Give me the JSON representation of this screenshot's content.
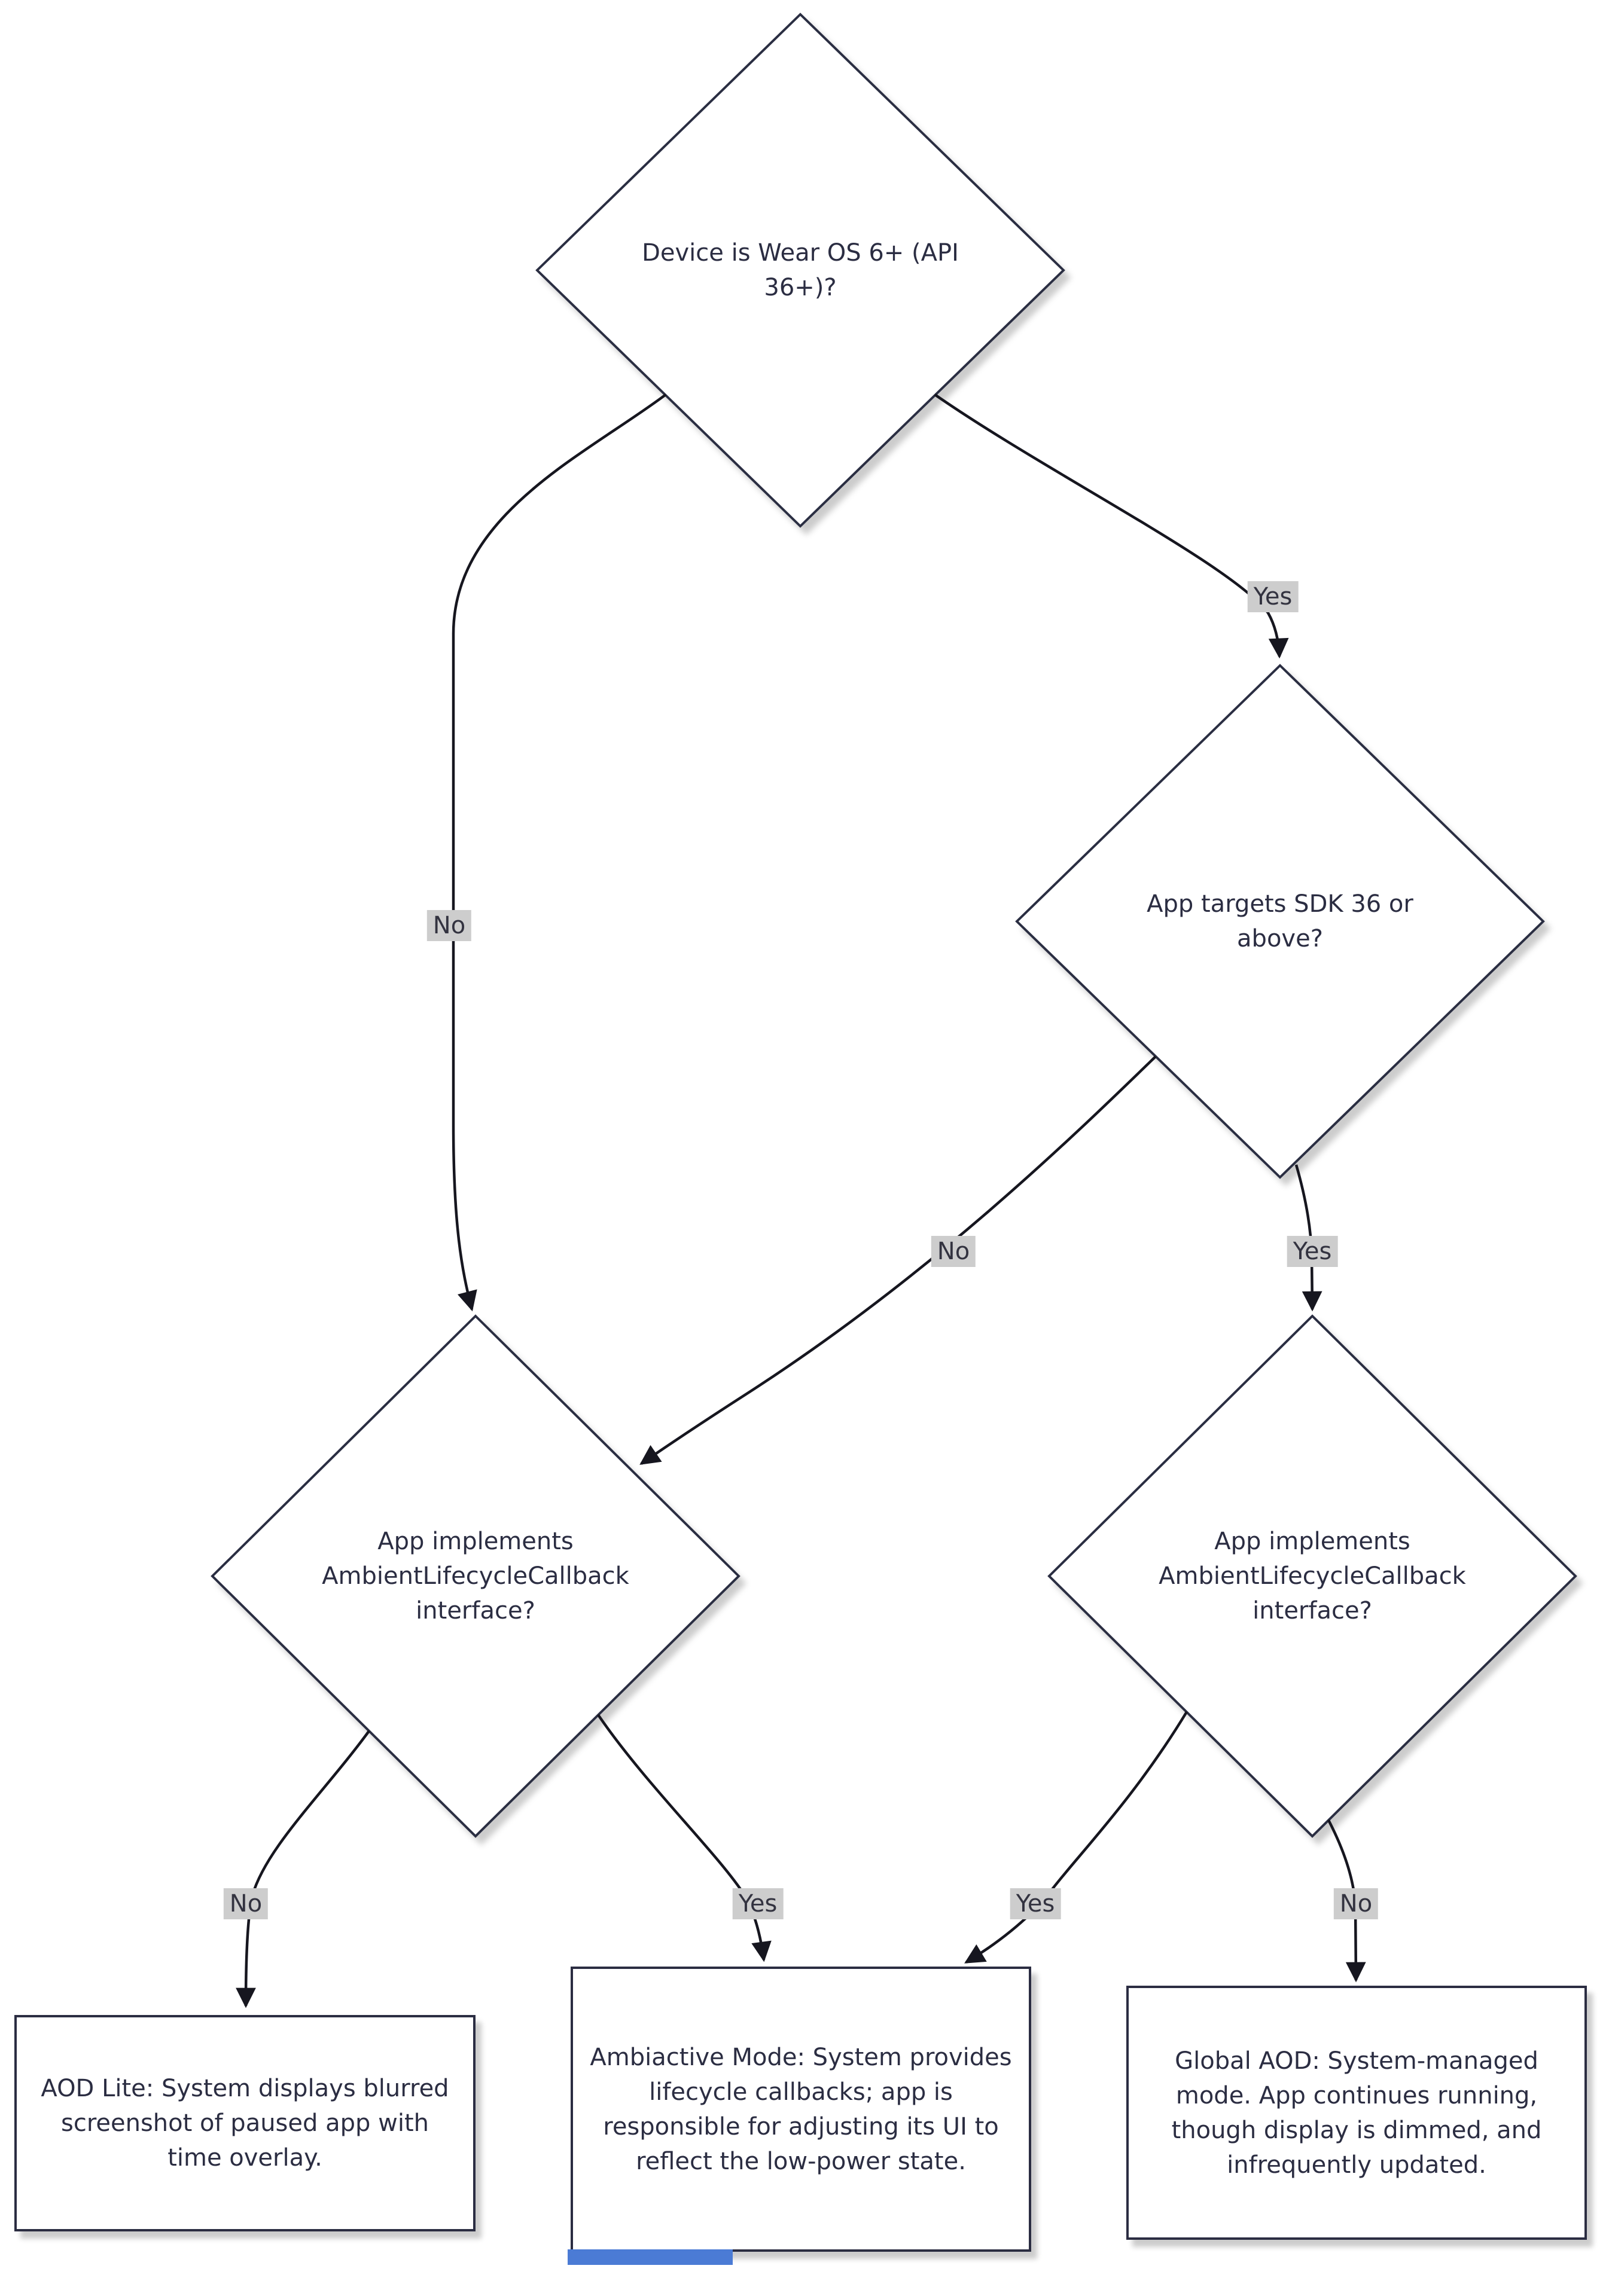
{
  "nodes": {
    "device": {
      "label": "Device is Wear OS 6+ (API 36+)?"
    },
    "sdk36": {
      "label": "App targets SDK 36 or above?"
    },
    "callback_left": {
      "label": "App implements AmbientLifecycleCallback interface?"
    },
    "callback_right": {
      "label": "App implements AmbientLifecycleCallback interface?"
    },
    "aod_lite": {
      "label": "AOD Lite: System displays blurred screenshot of paused app with time overlay."
    },
    "ambiactive": {
      "label": "Ambiactive Mode: System provides lifecycle callbacks; app is responsible for adjusting its UI to reflect the low-power state."
    },
    "global_aod": {
      "label": "Global AOD: System-managed mode. App continues running, though display is dimmed, and infrequently updated."
    }
  },
  "edges": {
    "d1_yes": "Yes",
    "d1_no": "No",
    "d2_no": "No",
    "d2_yes": "Yes",
    "d3_no": "No",
    "d3_yes": "Yes",
    "d4_yes": "Yes",
    "d4_no": "No"
  },
  "colors": {
    "node_border": "#2b2d42",
    "node_fill": "#ffffff",
    "text": "#2b2d42",
    "edge_line": "#16161f",
    "edge_label_bg": "#cdcdcd",
    "highlight_strip": "#4b7bd5"
  }
}
